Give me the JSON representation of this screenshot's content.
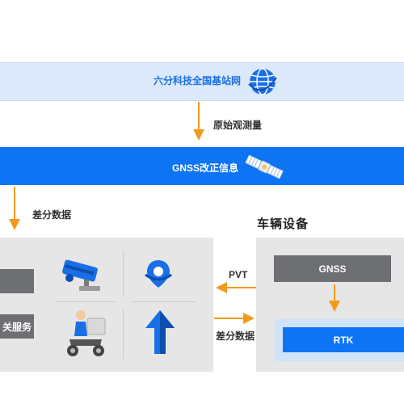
{
  "top_band": {
    "label": "六分科技全国基站网",
    "icon": "globe-icon"
  },
  "arrow1": {
    "label": "原始观测量"
  },
  "mid_band": {
    "label": "GNSS改正信息",
    "icon": "satellite-icon"
  },
  "arrow2": {
    "label": "差分数据"
  },
  "left_panel": {
    "box_top_label": "",
    "box_bottom_label": "关服务",
    "icons": [
      "camera-icon",
      "delivery-scooter-icon",
      "map-pin-icon",
      "up-arrow-icon"
    ]
  },
  "right_panel": {
    "title": "车辆设备",
    "gnss_label": "GNSS",
    "rtk_label": "RTK"
  },
  "between": {
    "pvt_label": "PVT",
    "diff_label": "差分数据"
  },
  "colors": {
    "accent": "#0d74f4",
    "arrow": "#f39a1e",
    "band_light": "#dbe9fb",
    "panel": "#e6e6e6",
    "box_gray": "#6e6f73"
  }
}
